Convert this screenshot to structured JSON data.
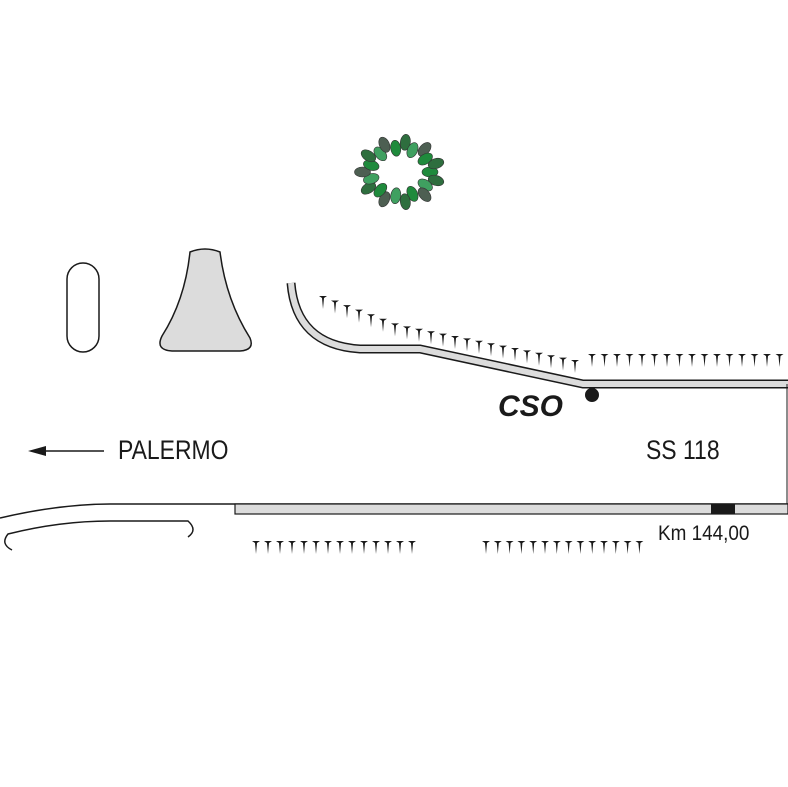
{
  "labels": {
    "direction": "PALERMO",
    "road": "SS 118",
    "kilometer": "Km 144,00",
    "site": "CSO"
  },
  "colors": {
    "barrier_fill": "#dcdcdc",
    "line": "#1a1a1a",
    "tree": "#1f8a3c"
  },
  "icons": [
    "arrow-left-icon",
    "tree-icon",
    "site-marker-icon",
    "km-marker-icon"
  ]
}
